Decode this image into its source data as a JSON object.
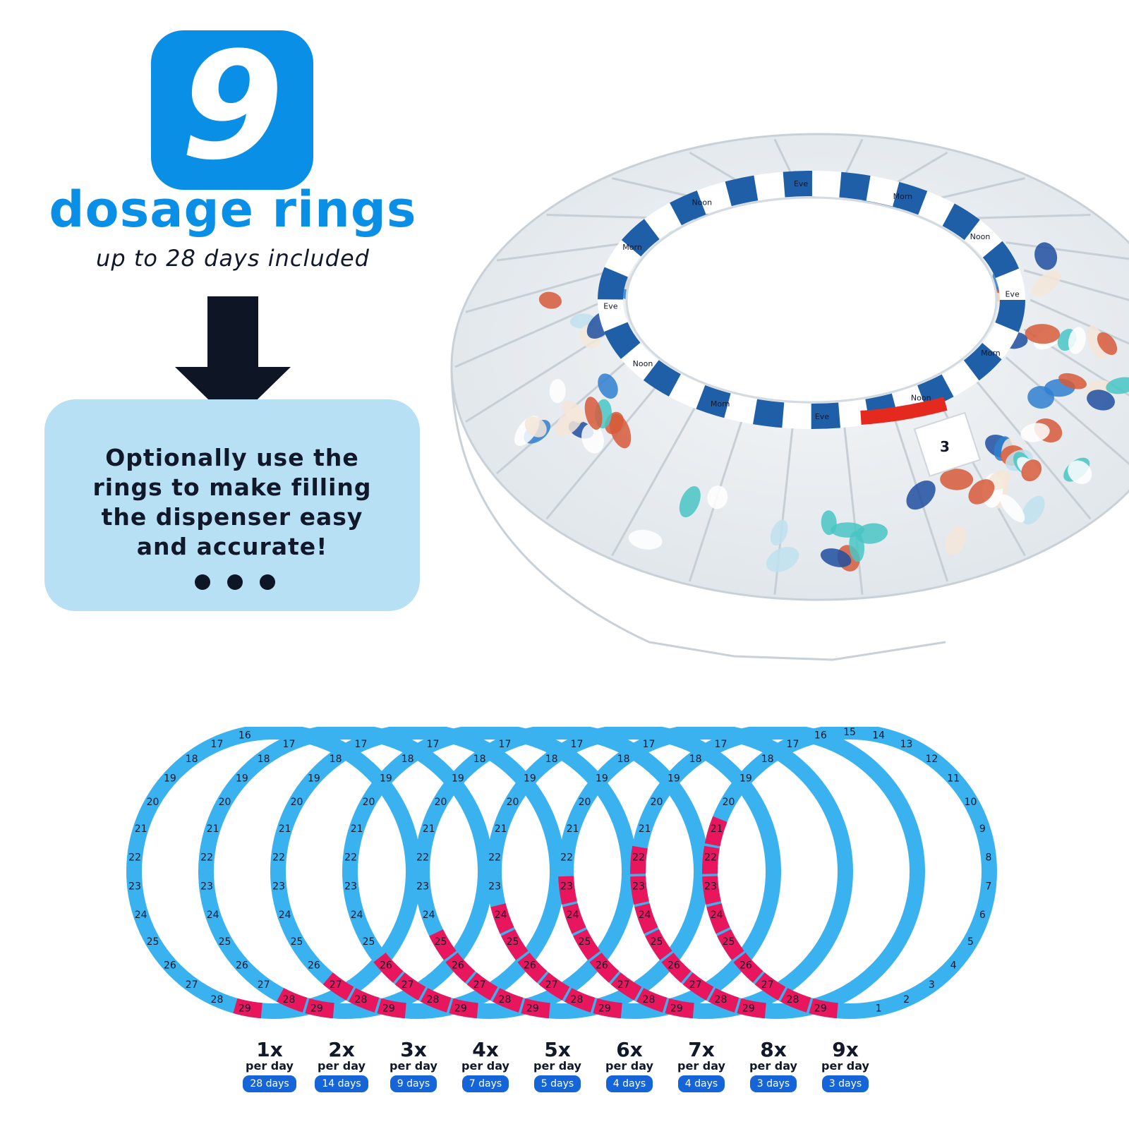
{
  "badge": {
    "number": "9"
  },
  "headline": "dosage rings",
  "subline": "up to 28 days included",
  "info": {
    "lines": [
      "Optionally use the",
      "rings to make filling",
      "the dispenser easy",
      "and accurate!"
    ]
  },
  "dispenser": {
    "band_labels": [
      "Morn",
      "Noon",
      "Eve",
      "Morn",
      "Noon",
      "Eve",
      "Morn",
      "Noon",
      "Eve",
      "Morn",
      "Noon",
      "Eve"
    ],
    "red_tab": "3"
  },
  "rings": [
    {
      "label": "1x",
      "per": "per day",
      "days": "28 days"
    },
    {
      "label": "2x",
      "per": "per day",
      "days": "14 days"
    },
    {
      "label": "3x",
      "per": "per day",
      "days": "9 days"
    },
    {
      "label": "4x",
      "per": "per day",
      "days": "7 days"
    },
    {
      "label": "5x",
      "per": "per day",
      "days": "5 days"
    },
    {
      "label": "6x",
      "per": "per day",
      "days": "4 days"
    },
    {
      "label": "7x",
      "per": "per day",
      "days": "4 days"
    },
    {
      "label": "8x",
      "per": "per day",
      "days": "3 days"
    },
    {
      "label": "9x",
      "per": "per day",
      "days": "3 days"
    }
  ],
  "ring_numbers": [
    "1",
    "2",
    "3",
    "4",
    "5",
    "6",
    "7",
    "8",
    "9",
    "10",
    "11",
    "12",
    "13",
    "14",
    "15",
    "16",
    "17",
    "18",
    "19",
    "20",
    "21",
    "22",
    "23",
    "24",
    "25",
    "26",
    "27",
    "28",
    "29"
  ],
  "colors": {
    "brand_blue": "#0a8fe6",
    "ring_blue": "#3ab2f0",
    "ring_red": "#e8175d",
    "box_blue": "#b7e0f5",
    "pill_blue": "#1565d8",
    "text_dark": "#10182a"
  }
}
